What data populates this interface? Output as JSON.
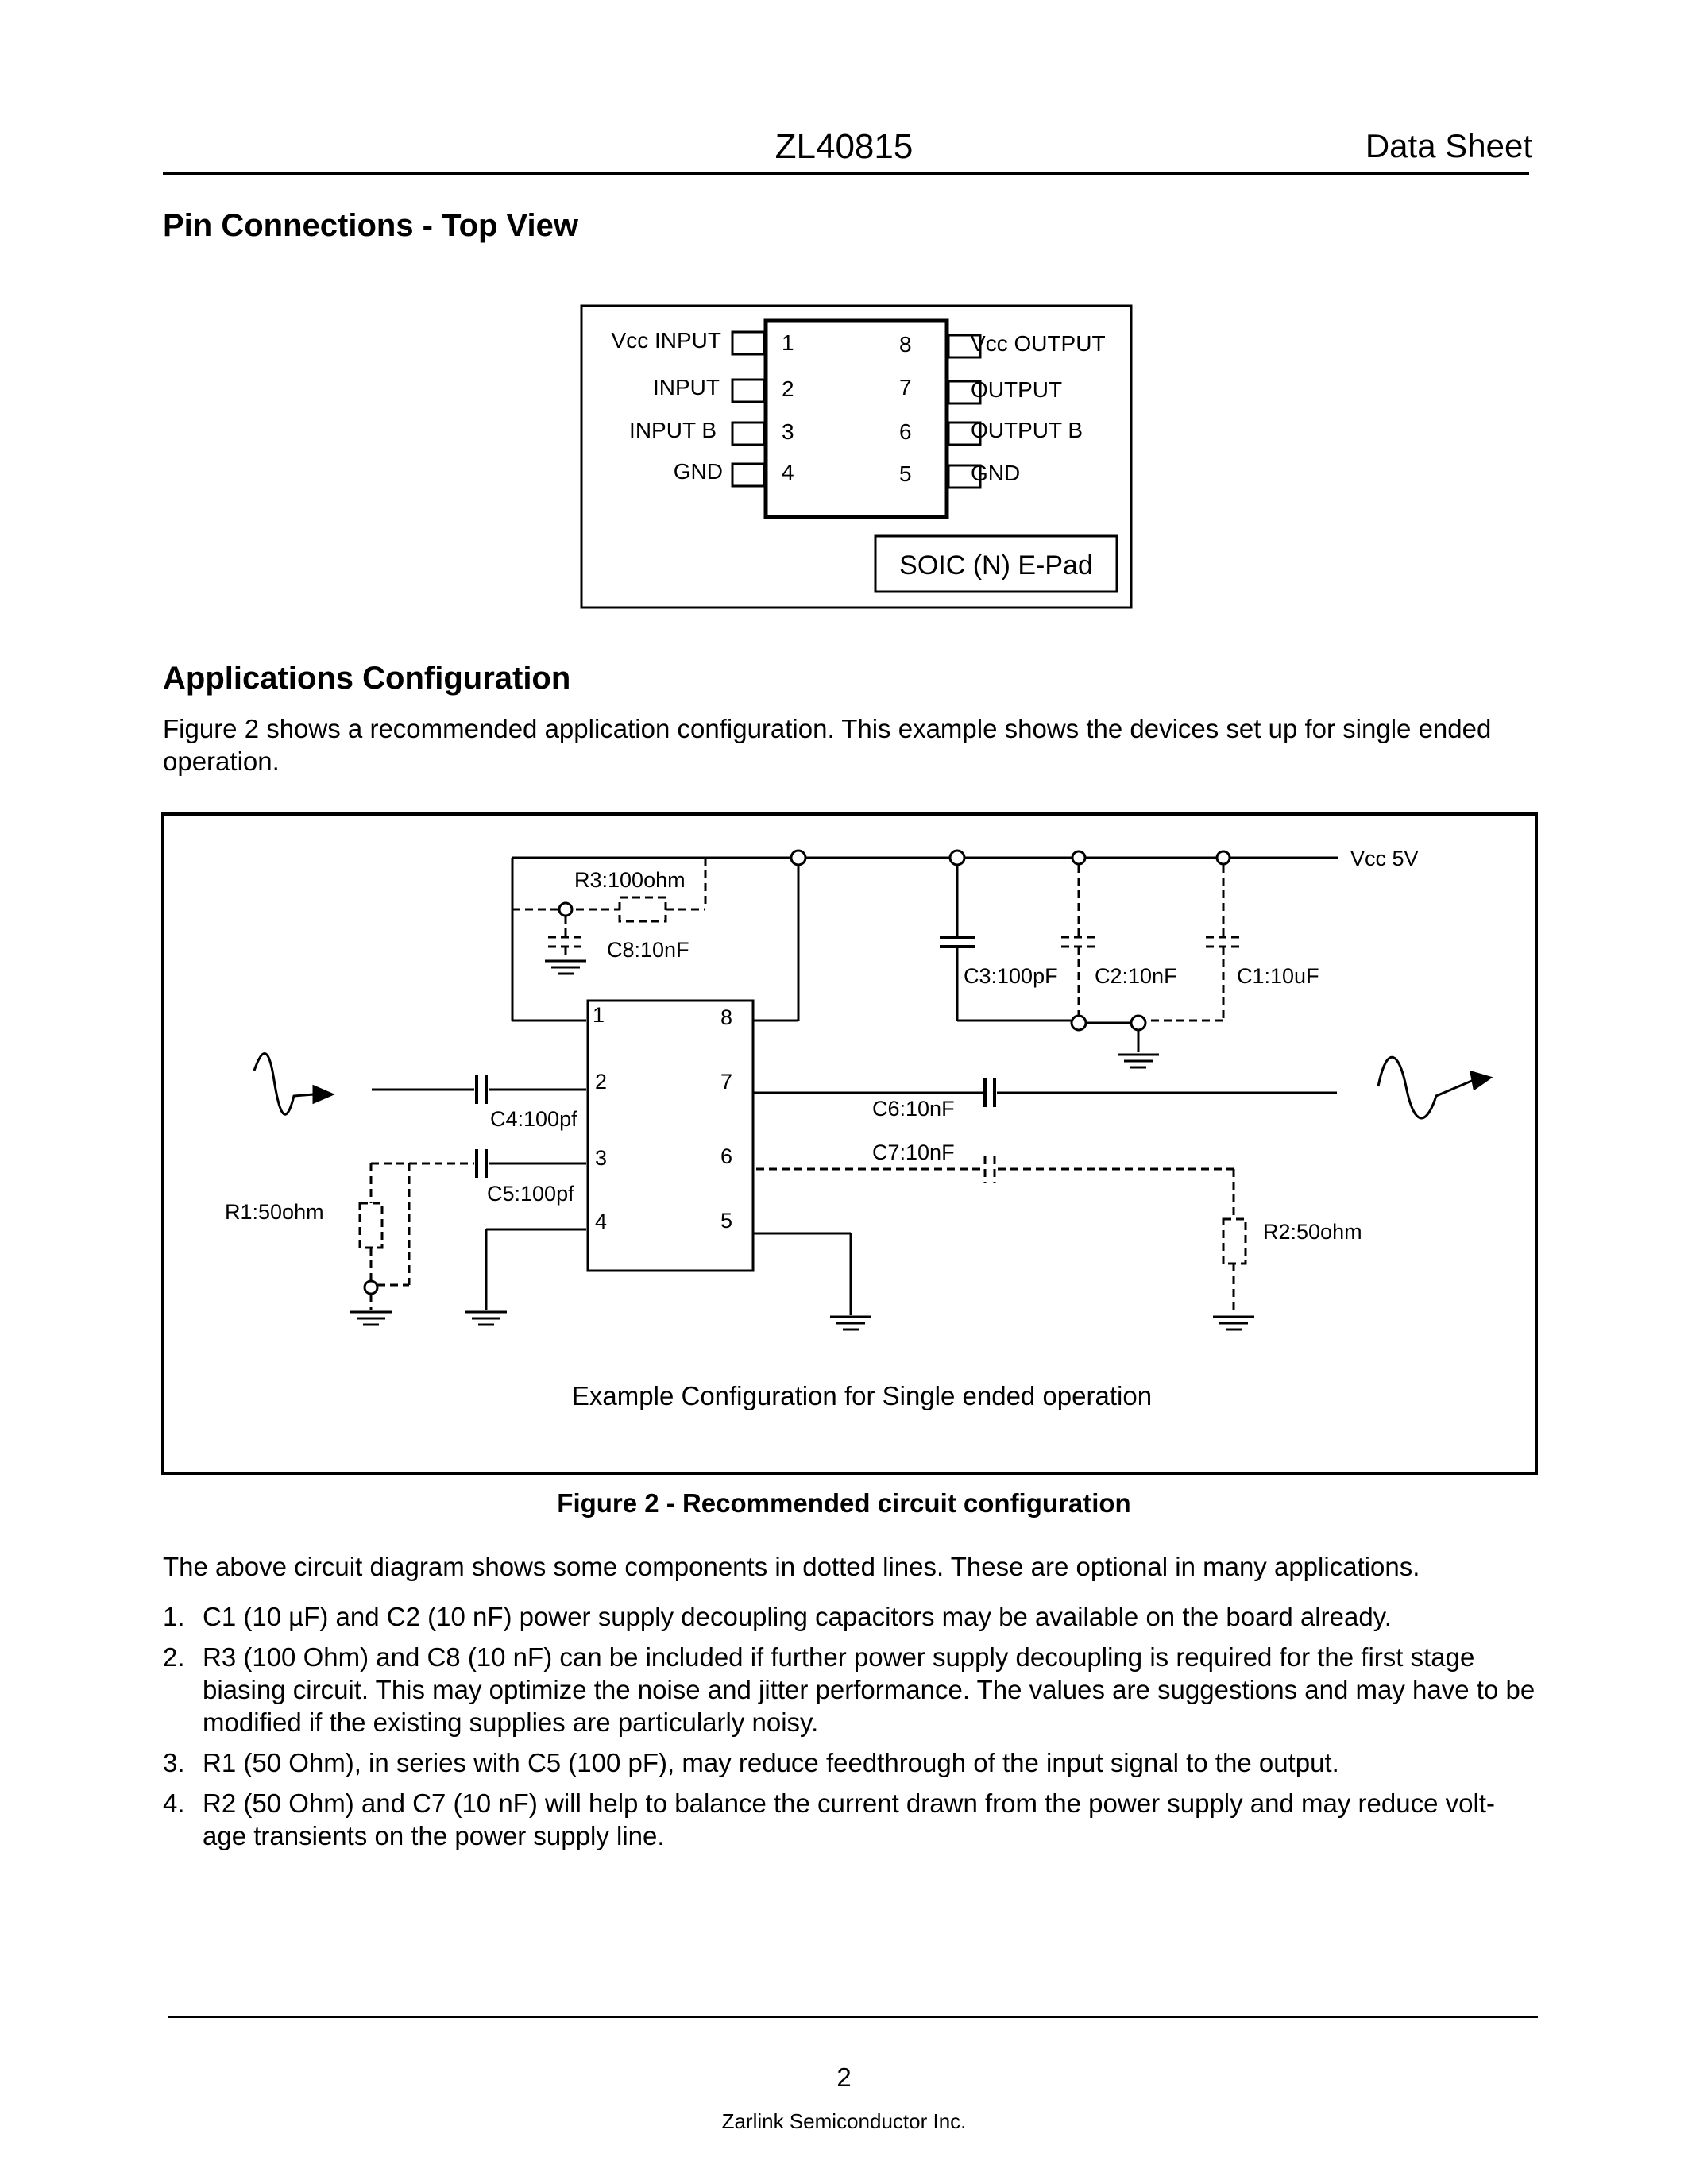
{
  "header": {
    "title": "ZL40815",
    "doc_type": "Data Sheet"
  },
  "pin_section": {
    "heading": "Pin Connections - Top View",
    "pins_left": [
      {
        "num": "1",
        "label": "Vcc INPUT"
      },
      {
        "num": "2",
        "label": "INPUT"
      },
      {
        "num": "3",
        "label": "INPUT B"
      },
      {
        "num": "4",
        "label": "GND"
      }
    ],
    "pins_right": [
      {
        "num": "8",
        "label": "Vcc OUTPUT"
      },
      {
        "num": "7",
        "label": "OUTPUT"
      },
      {
        "num": "6",
        "label": "OUTPUT B"
      },
      {
        "num": "5",
        "label": "GND"
      }
    ],
    "package": "SOIC (N) E-Pad"
  },
  "app_section": {
    "heading": "Applications Configuration",
    "intro": "Figure 2 shows a recommended application configuration. This example shows the devices set up for single ended operation."
  },
  "circuit": {
    "vcc": "Vcc 5V",
    "r3": "R3:100ohm",
    "c8": "C8:10nF",
    "c3": "C3:100pF",
    "c2": "C2:10nF",
    "c1": "C1:10uF",
    "c4": "C4:100pf",
    "c5": "C5:100pf",
    "c6": "C6:10nF",
    "c7": "C7:10nF",
    "r1": "R1:50ohm",
    "r2": "R2:50ohm",
    "chip_pins": [
      "1",
      "2",
      "3",
      "4",
      "8",
      "7",
      "6",
      "5"
    ],
    "caption_inside": "Example Configuration for Single ended operation"
  },
  "figure_caption": "Figure 2 - Recommended circuit configuration",
  "body_text": "The above circuit diagram shows some components in dotted lines. These are optional in many applications.",
  "notes": [
    {
      "num": "1.",
      "text": "C1 (10 µF) and C2 (10 nF) power supply decoupling capacitors may be available on the board already."
    },
    {
      "num": "2.",
      "text": "R3 (100 Ohm) and C8 (10 nF) can be included if further power supply decoupling is required for the first stage biasing circuit. This may optimize the noise and jitter performance. The values are suggestions and may have to be modified if the existing supplies are particularly noisy."
    },
    {
      "num": "3.",
      "text": "R1 (50 Ohm), in series with C5 (100 pF), may reduce feedthrough of the input signal to the output."
    },
    {
      "num": "4.",
      "text": "R2 (50 Ohm) and C7 (10 nF) will help to balance the current drawn from the power supply and may reduce volt-age transients on the power supply line."
    }
  ],
  "footer": {
    "page": "2",
    "company": "Zarlink Semiconductor Inc."
  }
}
